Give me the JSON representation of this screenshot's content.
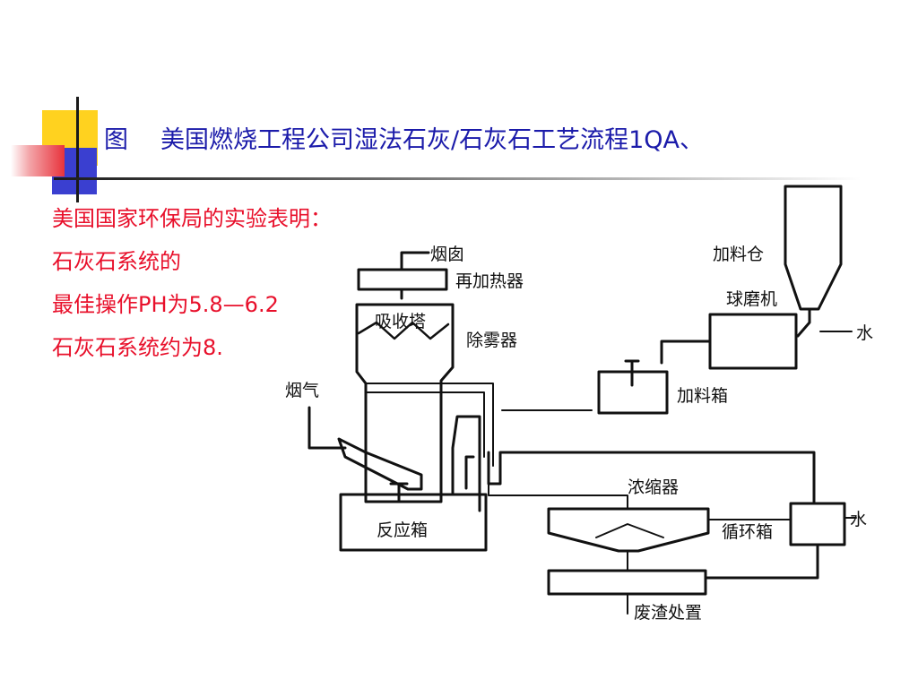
{
  "title": {
    "label": "图",
    "text": "美国燃烧工程公司湿法石灰/石灰石工艺流程1QA、"
  },
  "body_lines": [
    "美国国家环保局的实验表明：",
    "石灰石系统的",
    "最佳操作PH为5.8—6.2",
    "石灰石系统约为8."
  ],
  "diagram": {
    "labels": {
      "chimney": "烟囱",
      "reheater": "再加热器",
      "absorber": "吸收塔",
      "demister": "除雾器",
      "flue_gas": "烟气",
      "reaction_tank": "反应箱",
      "feed_silo": "加料仓",
      "ball_mill": "球磨机",
      "water_top": "水",
      "feed_tank": "加料箱",
      "thickener": "浓缩器",
      "circulation_tank": "循环箱",
      "water_right": "水",
      "waste_disposal": "废渣处置"
    }
  }
}
